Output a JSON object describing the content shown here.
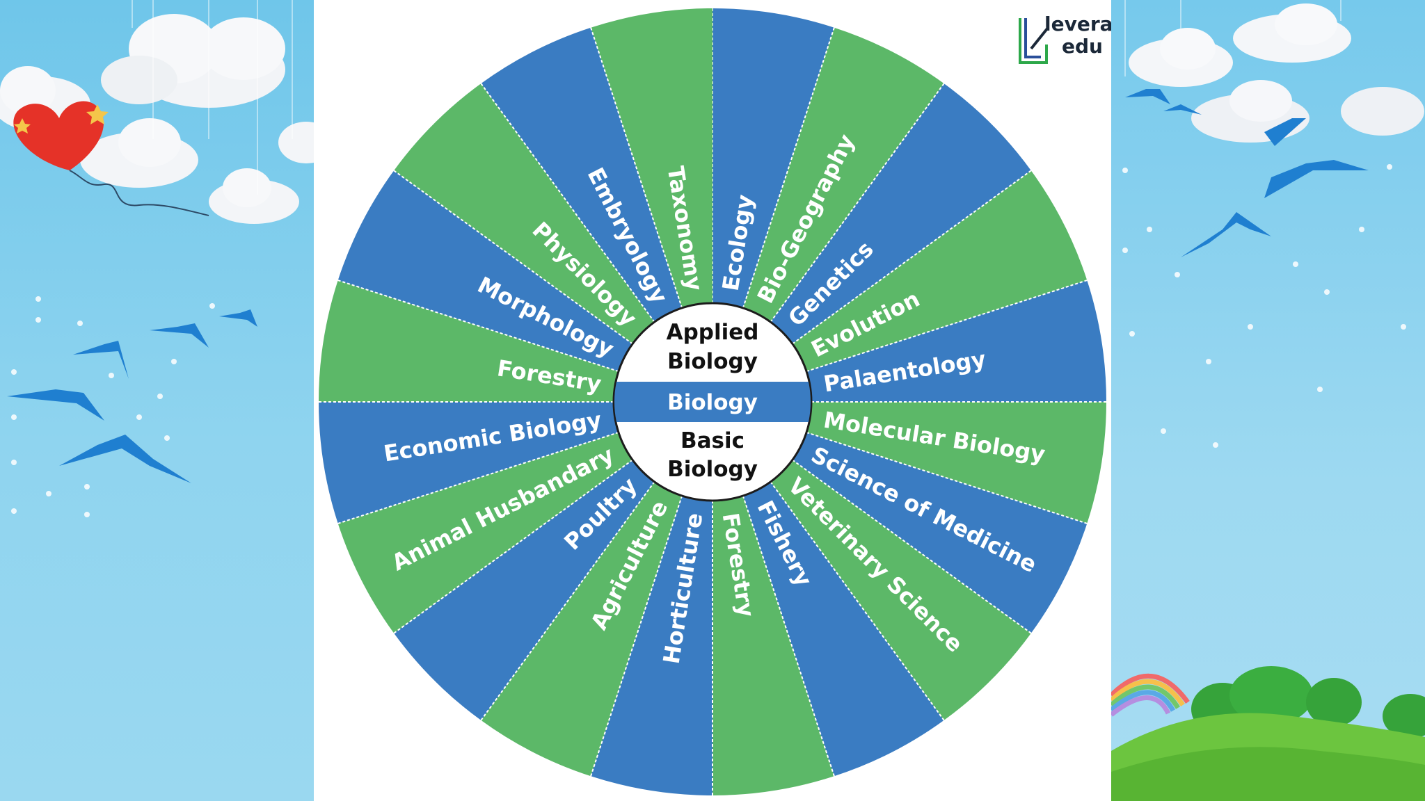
{
  "logo": {
    "line1": "leverage",
    "line2": "edu"
  },
  "center": {
    "top_line1": "Applied",
    "top_line2": "Biology",
    "middle": "Biology",
    "bottom_line1": "Basic",
    "bottom_line2": "Biology"
  },
  "colors": {
    "blue": "#3a7cc2",
    "green": "#5cb868",
    "white": "#ffffff"
  },
  "segments": [
    {
      "label": "Ecology",
      "color": "blue"
    },
    {
      "label": "Bio-Geography",
      "color": "green"
    },
    {
      "label": "Genetics",
      "color": "blue"
    },
    {
      "label": "Evolution",
      "color": "green"
    },
    {
      "label": "Palaentology",
      "color": "blue"
    },
    {
      "label": "Molecular Biology",
      "color": "green"
    },
    {
      "label": "Science of Medicine",
      "color": "blue"
    },
    {
      "label": "Veterinary Science",
      "color": "green"
    },
    {
      "label": "Fishery",
      "color": "blue"
    },
    {
      "label": "Forestry",
      "color": "green"
    },
    {
      "label": "Horticulture",
      "color": "blue"
    },
    {
      "label": "Agriculture",
      "color": "green"
    },
    {
      "label": "Poultry",
      "color": "blue"
    },
    {
      "label": "Animal Husbandary",
      "color": "green"
    },
    {
      "label": "Economic Biology",
      "color": "blue"
    },
    {
      "label": "Forestry",
      "color": "green"
    },
    {
      "label": "Morphology",
      "color": "blue"
    },
    {
      "label": "Physiology",
      "color": "green"
    },
    {
      "label": "Embryology",
      "color": "blue"
    },
    {
      "label": "Taxonomy",
      "color": "green"
    }
  ]
}
